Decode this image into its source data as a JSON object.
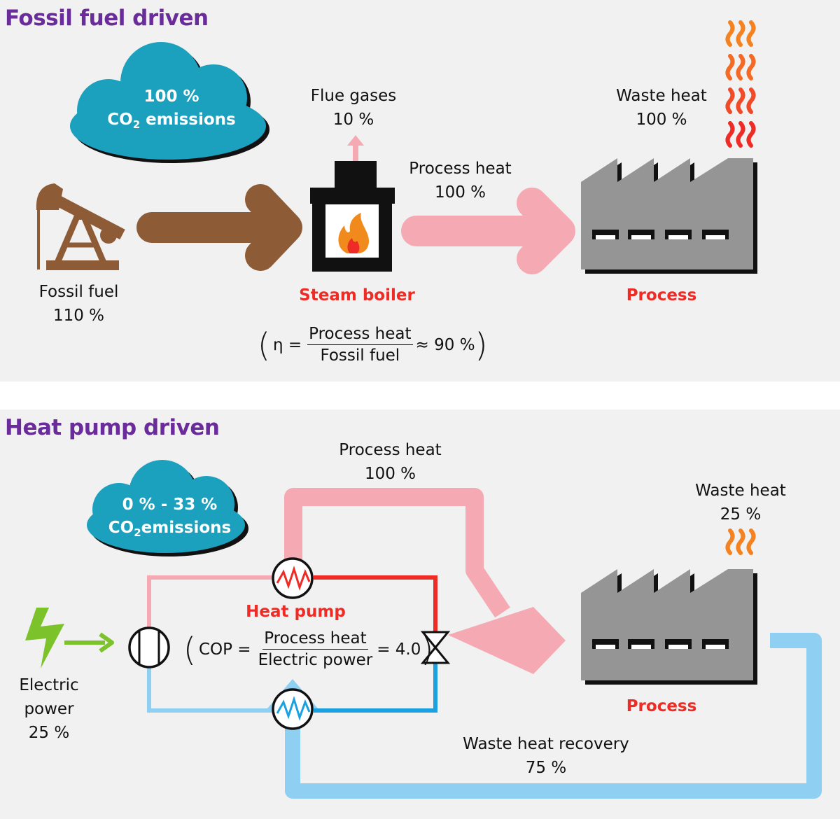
{
  "top": {
    "title": "Fossil fuel driven",
    "cloud": {
      "line1": "100 %",
      "co2_main": "CO",
      "co2_sub": "2",
      "co2_rest": " emissions"
    },
    "flue_gases": {
      "label": "Flue gases",
      "value": "10 %"
    },
    "process_heat": {
      "label": "Process heat",
      "value": "100 %"
    },
    "waste_heat": {
      "label": "Waste heat",
      "value": "100 %"
    },
    "fossil_fuel": {
      "label": "Fossil fuel",
      "value": "110 %"
    },
    "steam_boiler": "Steam boiler",
    "process": "Process",
    "formula": {
      "lhs": "η =",
      "numerator": "Process heat",
      "denominator": "Fossil fuel",
      "rhs": "≈ 90 %"
    }
  },
  "bottom": {
    "title": "Heat pump driven",
    "cloud": {
      "line1": "0 % - 33 %",
      "co2_main": "CO",
      "co2_sub": "2",
      "co2_rest": "emissions"
    },
    "process_heat": {
      "label": "Process heat",
      "value": "100 %"
    },
    "waste_heat": {
      "label": "Waste heat",
      "value": "25 %"
    },
    "heat_pump": "Heat pump",
    "formula": {
      "lhs": "COP =",
      "numerator": "Process heat",
      "denominator": "Electric power",
      "rhs": "= 4.0"
    },
    "electric_power": {
      "line1": "Electric",
      "line2": "power",
      "value": "25 %"
    },
    "process": "Process",
    "waste_heat_recovery": {
      "label": "Waste heat recovery",
      "value": "75 %"
    }
  },
  "colors": {
    "title": "#6a2c9a",
    "cloud": "#1ba0be",
    "fossil_arrow": "#8e5b37",
    "process_heat_arrow": "#f5aab3",
    "waste_recovery": "#8fd0f2",
    "accent_red": "#ee2b24",
    "factory": "#959595",
    "electric_green": "#7cc22a"
  }
}
